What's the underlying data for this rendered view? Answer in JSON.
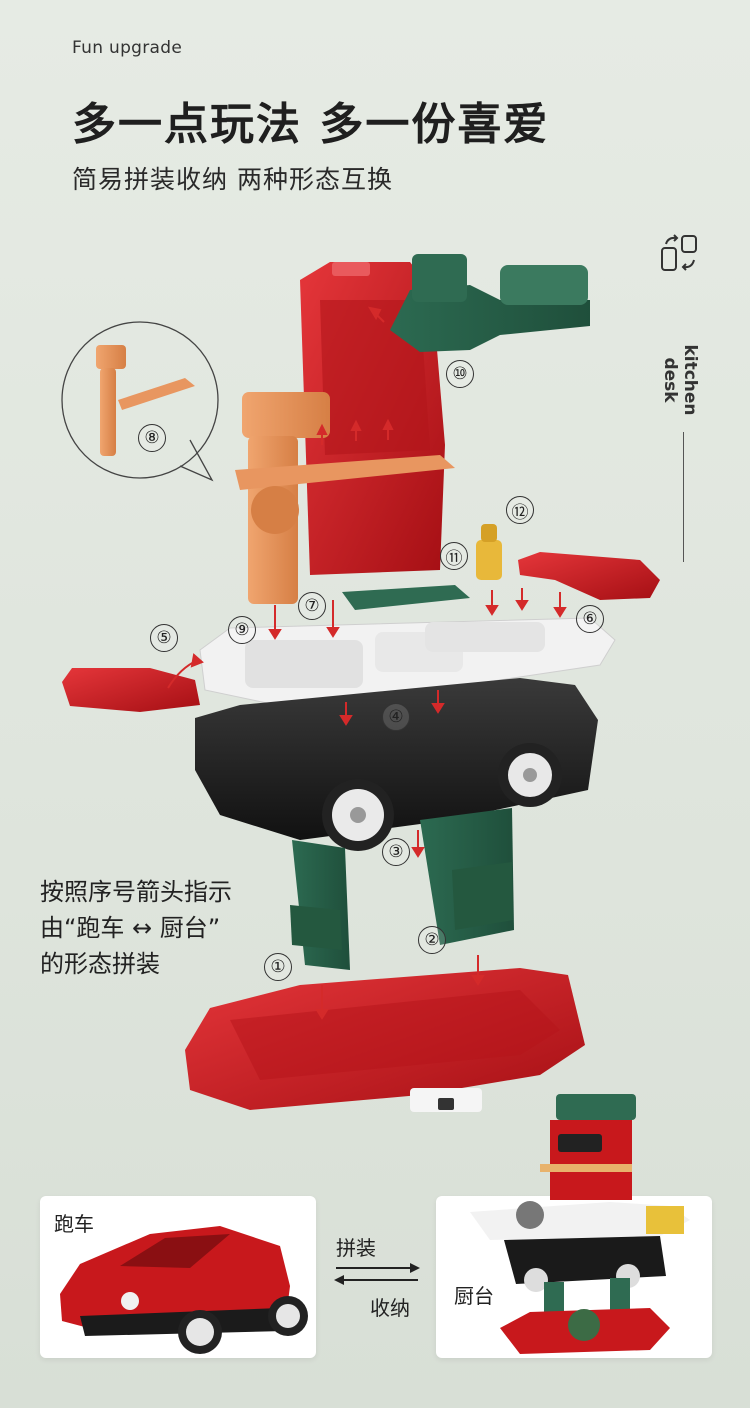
{
  "header": {
    "eyebrow": "Fun upgrade",
    "title": "多一点玩法 多一份喜爱",
    "subtitle": "简易拼装收纳 两种形态互换"
  },
  "side": {
    "label": "kitchen desk",
    "icon": "swap-icon"
  },
  "steps": [
    "①",
    "②",
    "③",
    "④",
    "⑤",
    "⑥",
    "⑦",
    "⑧",
    "⑨",
    "⑩",
    "⑪",
    "⑫"
  ],
  "instructions": {
    "line1": "按照序号箭头指示",
    "line2": "由“跑车 ↔ 厨台”",
    "line3": "的形态拼装"
  },
  "bottom": {
    "car_label": "跑车",
    "kitchen_label": "厨台",
    "assemble_label": "拼装",
    "store_label": "收纳"
  },
  "colors": {
    "red": "#c8181c",
    "green": "#2f6b52",
    "orange": "#e5925a",
    "yellow": "#e8b83a"
  }
}
